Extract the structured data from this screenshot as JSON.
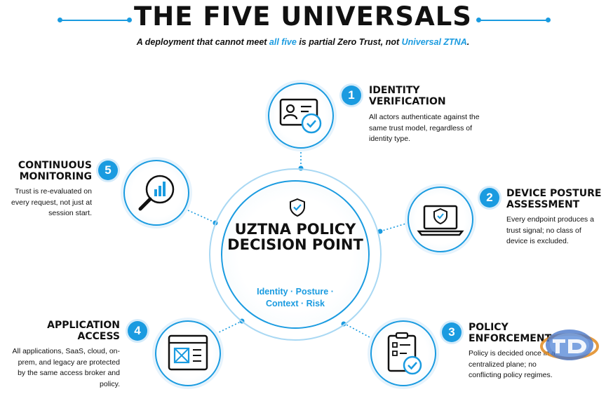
{
  "header": {
    "title": "THE FIVE UNIVERSALS",
    "subtitle_parts": [
      "A deployment that cannot meet ",
      "all five",
      " is partial Zero Trust, not ",
      "Universal ZTNA",
      "."
    ]
  },
  "center": {
    "title": "UZTNA POLICY DECISION POINT",
    "sub_line1": "Identity · Posture ·",
    "sub_line2": "Context · Risk",
    "icon": "shield-check-icon"
  },
  "universals": [
    {
      "number": "1",
      "title": "IDENTITY VERIFICATION",
      "description": "All actors authenticate against the same trust model, regardless of identity type.",
      "icon": "id-card-check-icon"
    },
    {
      "number": "2",
      "title": "DEVICE POSTURE ASSESSMENT",
      "description": "Every endpoint produces a trust signal; no class of device is excluded.",
      "icon": "laptop-shield-icon"
    },
    {
      "number": "3",
      "title": "POLICY ENFORCEMENT",
      "description": "Policy is decided once in a centralized plane; no conflicting policy regimes.",
      "icon": "clipboard-check-icon"
    },
    {
      "number": "4",
      "title": "APPLICATION ACCESS",
      "description": "All applications, SaaS, cloud, on-prem, and legacy are protected by the same access broker and policy.",
      "icon": "app-window-icon"
    },
    {
      "number": "5",
      "title": "CONTINUOUS MONITORING",
      "description": "Trust is re-evaluated on every request, not just at session start.",
      "icon": "magnifier-chart-icon"
    }
  ],
  "colors": {
    "accent": "#1a9be0",
    "light_accent": "#a9d8f3",
    "text": "#111111"
  }
}
